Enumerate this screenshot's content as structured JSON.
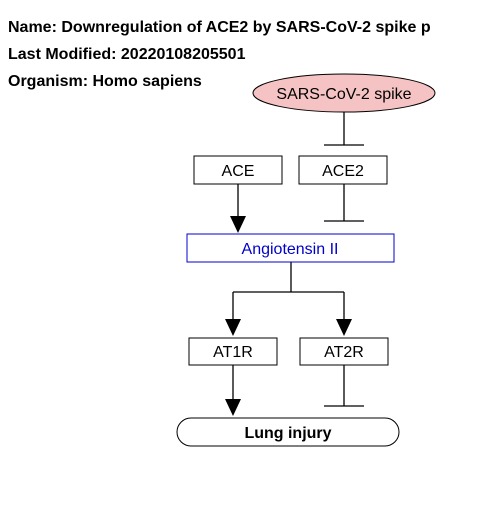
{
  "header": {
    "name_label": "Name:",
    "name_value": "Downregulation of ACE2 by SARS-CoV-2 spike p",
    "modified_label": "Last Modified:",
    "modified_value": "20220108205501",
    "organism_label": "Organism:",
    "organism_value": "Homo sapiens"
  },
  "nodes": {
    "spike": "SARS-CoV-2 spike",
    "ace": "ACE",
    "ace2": "ACE2",
    "angiotensin": "Angiotensin II",
    "at1r": "AT1R",
    "at2r": "AT2R",
    "lung_injury": "Lung injury"
  },
  "colors": {
    "spike_fill": "#f5c3c3",
    "metabolite_text": "#0000cc",
    "metabolite_border": "#0000cc",
    "default_stroke": "#000000"
  }
}
